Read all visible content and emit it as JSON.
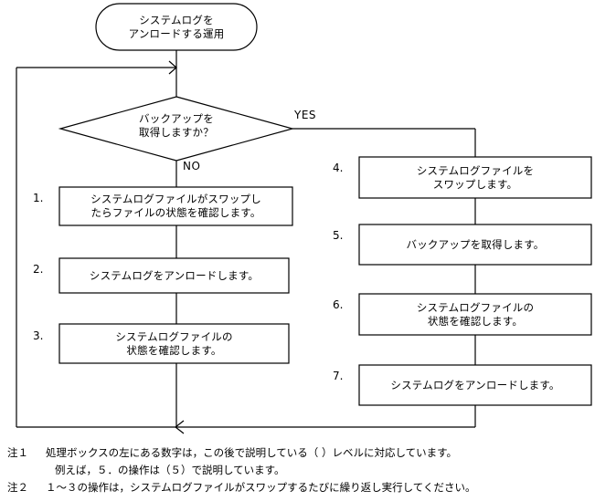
{
  "diagram": {
    "type": "flowchart",
    "title_node": {
      "shape": "terminator",
      "lines": [
        "システムログを",
        "アンロードする運用"
      ]
    },
    "decision": {
      "shape": "diamond",
      "lines": [
        "バックアップを",
        "取得しますか？"
      ],
      "yes_label": "YES",
      "no_label": "NO"
    },
    "left_branch": {
      "label": "NO",
      "steps": [
        {
          "number": "1.",
          "lines": [
            "システムログファイルがスワップし",
            "たらファイルの状態を確認します。"
          ]
        },
        {
          "number": "2.",
          "lines": [
            "システムログをアンロードします。"
          ]
        },
        {
          "number": "3.",
          "lines": [
            "システムログファイルの",
            "状態を確認します。"
          ]
        }
      ]
    },
    "right_branch": {
      "label": "YES",
      "steps": [
        {
          "number": "4.",
          "lines": [
            "システムログファイルを",
            "スワップします。"
          ]
        },
        {
          "number": "5.",
          "lines": [
            "バックアップを取得します。"
          ]
        },
        {
          "number": "6.",
          "lines": [
            "システムログファイルの",
            "状態を確認します。"
          ]
        },
        {
          "number": "7.",
          "lines": [
            "システムログをアンロードします。"
          ]
        }
      ]
    },
    "colors": {
      "stroke": "#000000",
      "background": "#ffffff",
      "text": "#000000"
    }
  },
  "notes": [
    {
      "tag": "注１",
      "body": "処理ボックスの左にある数字は，この後で説明している（ ）レベルに対応しています。",
      "continuation": "例えば，５．の操作は（５）で説明しています。"
    },
    {
      "tag": "注２",
      "body": "１～３の操作は，システムログファイルがスワップするたびに繰り返し実行してください。",
      "continuation": ""
    }
  ]
}
